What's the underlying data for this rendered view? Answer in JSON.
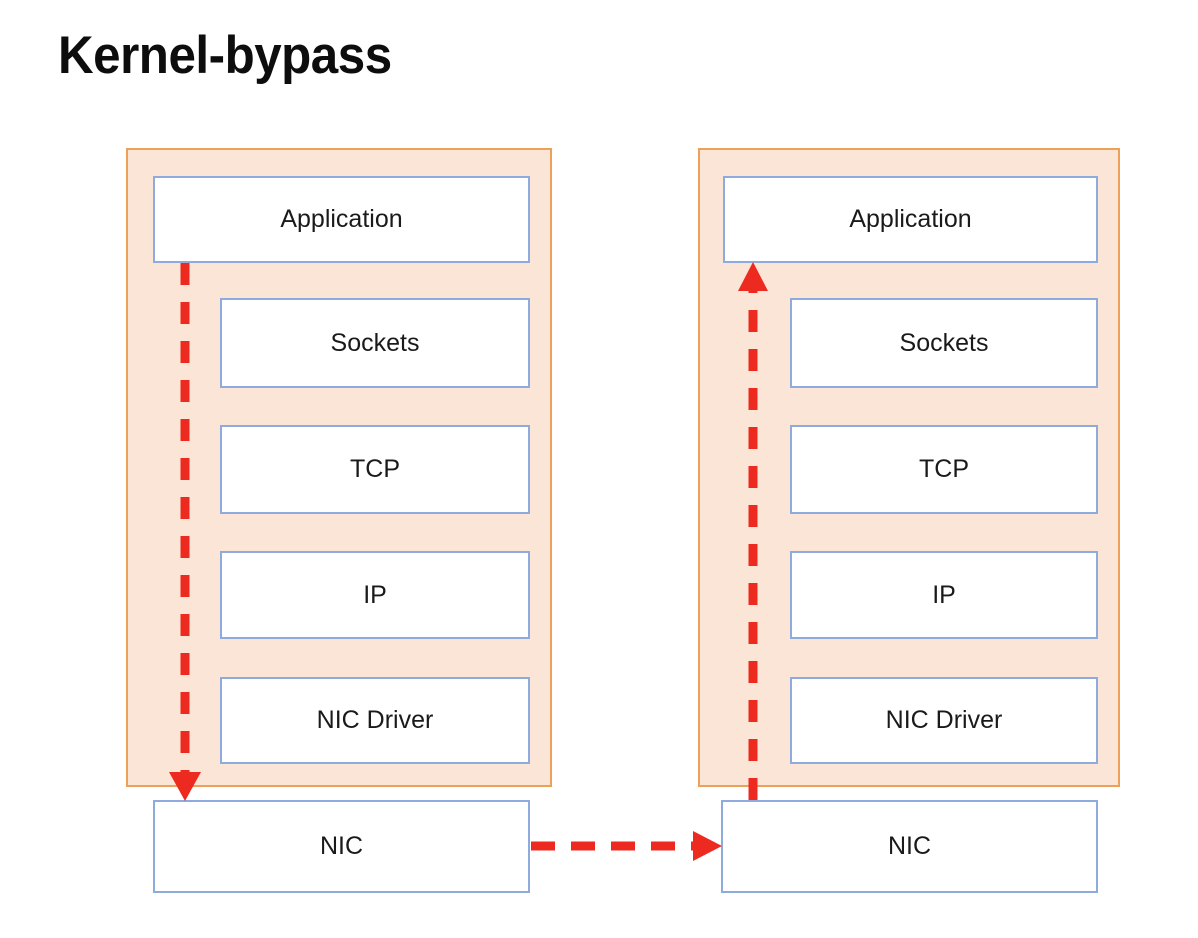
{
  "title": "Kernel-bypass",
  "colors": {
    "panel_fill": "#FBE5D6",
    "panel_border": "#EDA057",
    "box_border": "#8FAADC",
    "box_fill": "#FFFFFF",
    "arrow_red": "#ED2A20",
    "text": "#1A1A1A",
    "title_text": "#0D0D0D",
    "background": "#FFFFFF"
  },
  "diagram": {
    "type": "block-diagram",
    "description": "Two side-by-side network stacks. Left stack shows the transmit path bypassing the kernel layers; right stack shows the receive path bypassing the kernel layers.",
    "panels": [
      {
        "id": "left-stack",
        "name": "kernel-stack-left",
        "layers": [
          {
            "label": "Application",
            "role": "user-space"
          },
          {
            "label": "Sockets",
            "role": "kernel"
          },
          {
            "label": "TCP",
            "role": "kernel"
          },
          {
            "label": "IP",
            "role": "kernel"
          },
          {
            "label": "NIC Driver",
            "role": "kernel"
          }
        ],
        "external": [
          {
            "label": "NIC",
            "role": "hardware"
          }
        ]
      },
      {
        "id": "right-stack",
        "name": "kernel-stack-right",
        "layers": [
          {
            "label": "Application",
            "role": "user-space"
          },
          {
            "label": "Sockets",
            "role": "kernel"
          },
          {
            "label": "TCP",
            "role": "kernel"
          },
          {
            "label": "IP",
            "role": "kernel"
          },
          {
            "label": "NIC Driver",
            "role": "kernel"
          }
        ],
        "external": [
          {
            "label": "NIC",
            "role": "hardware"
          }
        ]
      }
    ],
    "flows": [
      {
        "id": "tx",
        "name": "bypass-down-arrow",
        "from": "left Application",
        "to": "left NIC",
        "style": "dashed",
        "color": "#ED2A20",
        "direction": "down"
      },
      {
        "id": "wire",
        "name": "wire-arrow",
        "from": "left NIC",
        "to": "right NIC",
        "style": "dashed",
        "color": "#ED2A20",
        "direction": "right"
      },
      {
        "id": "rx",
        "name": "bypass-up-arrow",
        "from": "right NIC",
        "to": "right Application",
        "style": "dashed",
        "color": "#ED2A20",
        "direction": "up"
      }
    ]
  }
}
